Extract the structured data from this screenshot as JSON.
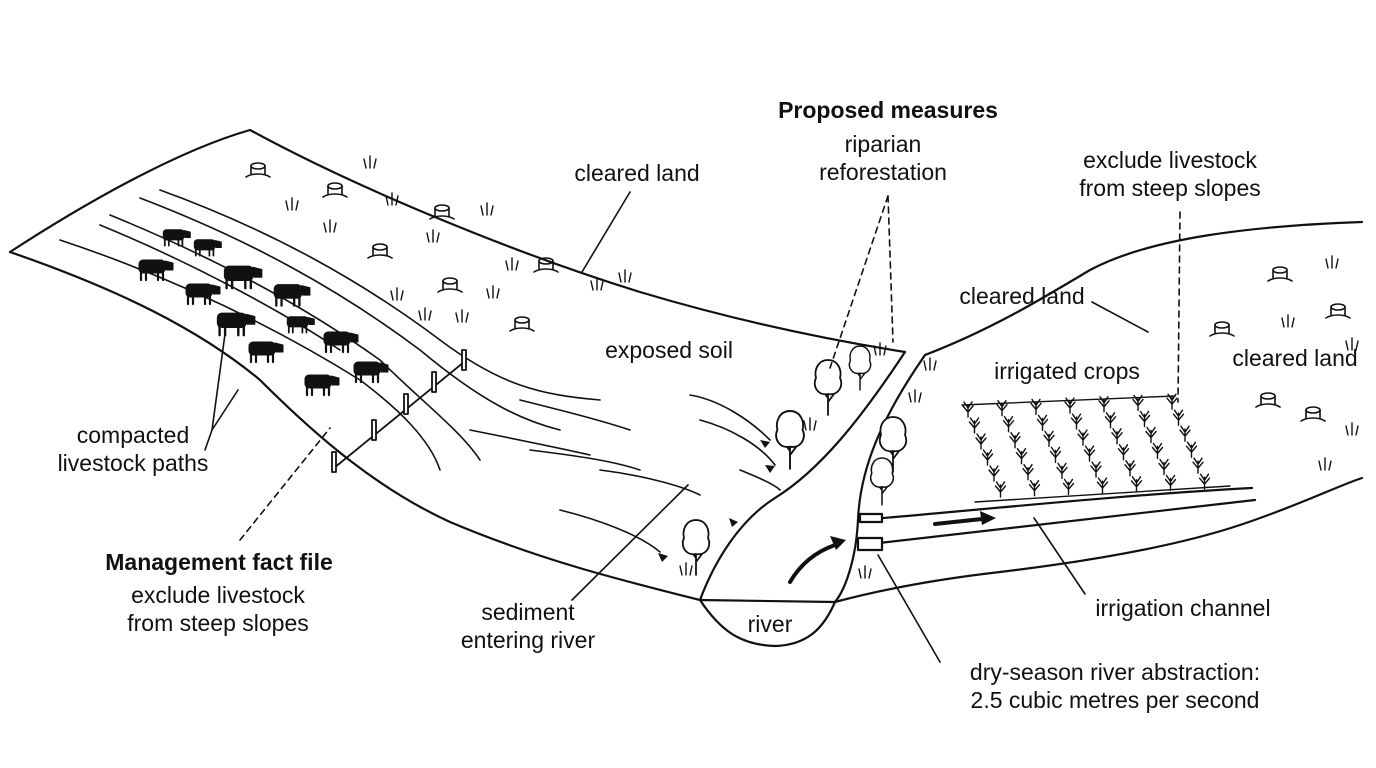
{
  "headings": {
    "proposed_measures": "Proposed measures",
    "management_fact_file": "Management fact file"
  },
  "labels": {
    "cleared_land_left": "cleared land",
    "riparian_line1": "riparian",
    "riparian_line2": "reforestation",
    "exclude_top_line1": "exclude livestock",
    "exclude_top_line2": "from steep slopes",
    "cleared_land_mid": "cleared land",
    "cleared_land_right": "cleared land",
    "exposed_soil": "exposed soil",
    "irrigated_crops": "irrigated crops",
    "compacted_line1": "compacted",
    "compacted_line2": "livestock paths",
    "fact_line1": "exclude livestock",
    "fact_line2": "from steep slopes",
    "sediment_line1": "sediment",
    "sediment_line2": "entering river",
    "river": "river",
    "irrigation_channel": "irrigation channel",
    "abstraction_line1": "dry-season river abstraction:",
    "abstraction_line2": "2.5 cubic metres per second"
  },
  "icons": [
    "tree-stump-icon",
    "cow-icon",
    "tree-icon",
    "grass-tuft-icon",
    "crop-plant-icon",
    "fence-post-icon",
    "flow-arrow-icon",
    "pump-intake-icon"
  ]
}
